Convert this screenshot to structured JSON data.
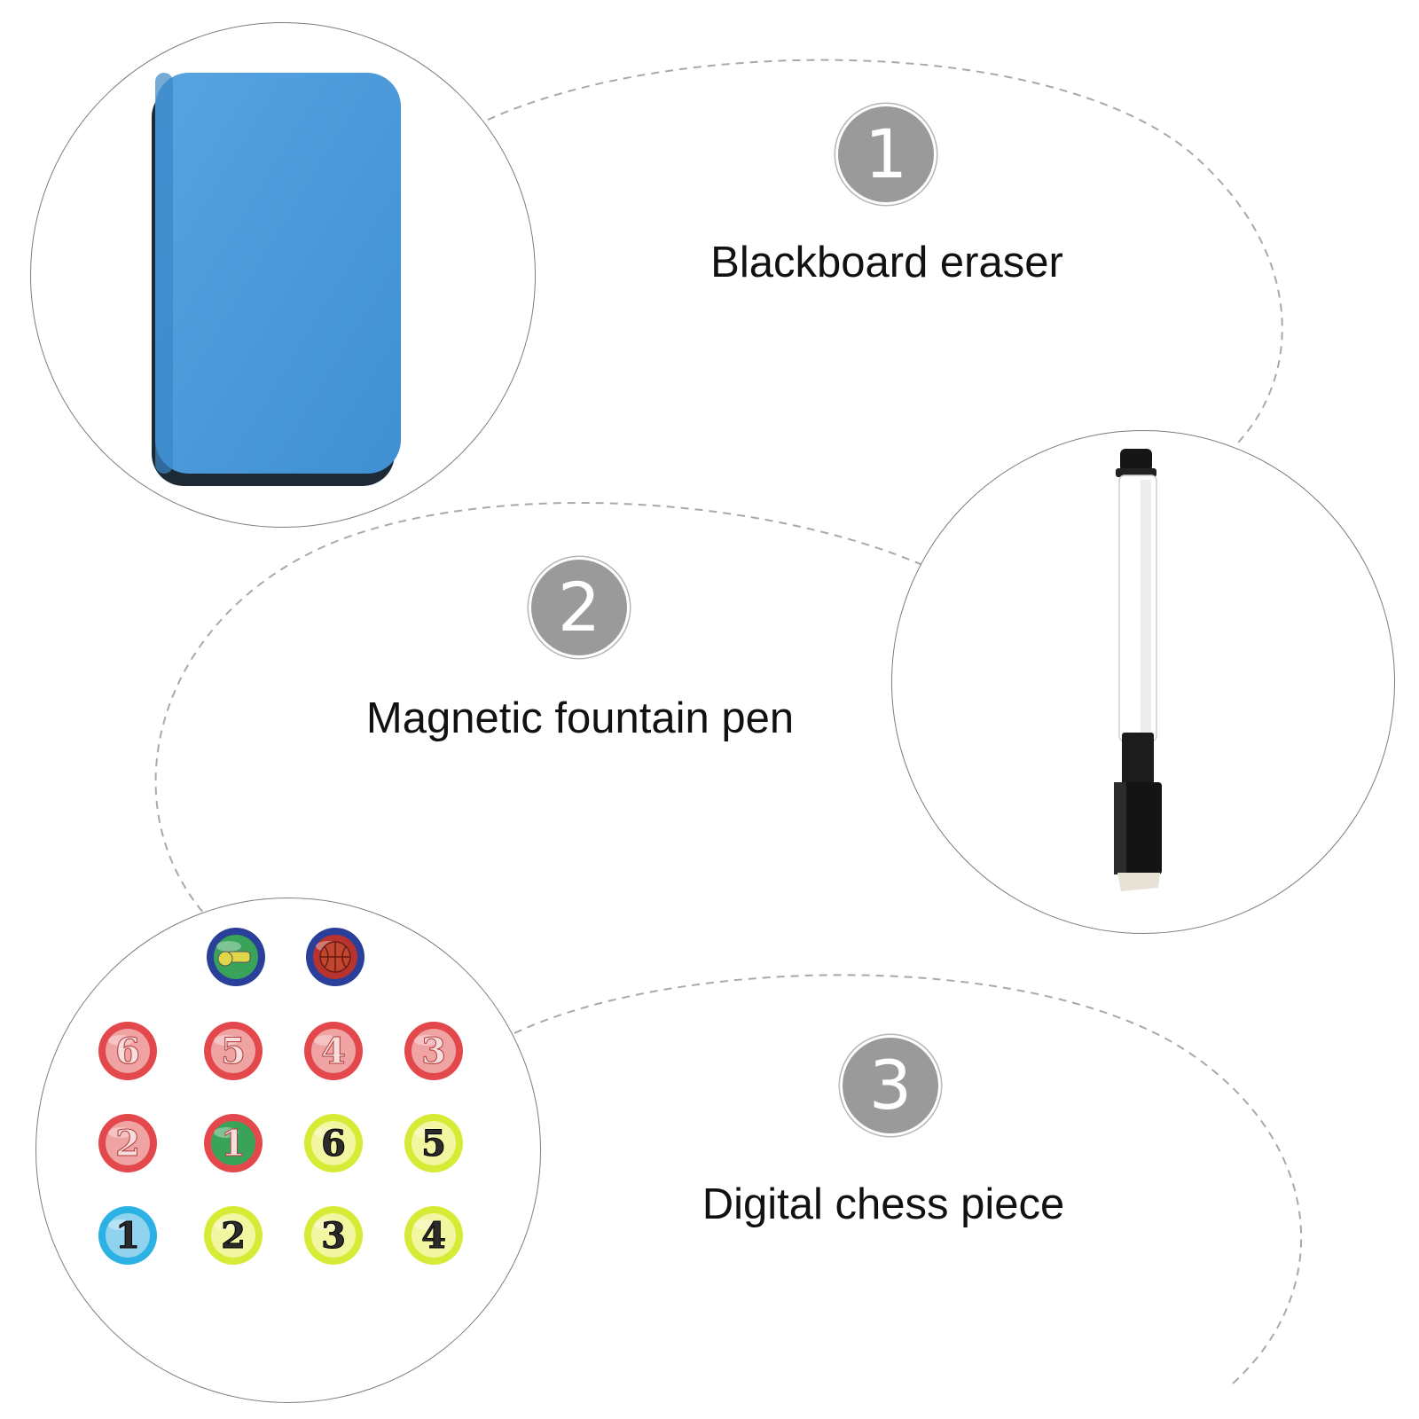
{
  "steps": [
    {
      "number": "1",
      "label": "Blackboard eraser"
    },
    {
      "number": "2",
      "label": "Magnetic fountain pen"
    },
    {
      "number": "3",
      "label": "Digital chess piece"
    }
  ],
  "colors": {
    "badge": "#9a9a9a",
    "eraser_sponge": "#4f9bd9",
    "pen_body": "#ffffff",
    "pen_cap": "#1a1a1a",
    "magnet_red": "#e3494c",
    "magnet_yellow": "#d6eb35",
    "magnet_blue": "#2bb1e3",
    "magnet_green": "#3aa35a"
  },
  "magnets": [
    {
      "row": 1,
      "text": "",
      "icon": "whistle-icon",
      "ring": "blue",
      "face": "green"
    },
    {
      "row": 1,
      "text": "",
      "icon": "basketball-icon",
      "ring": "blue",
      "face": "red"
    },
    {
      "row": 2,
      "text": "6",
      "ring": "red"
    },
    {
      "row": 2,
      "text": "5",
      "ring": "red"
    },
    {
      "row": 2,
      "text": "4",
      "ring": "red"
    },
    {
      "row": 2,
      "text": "3",
      "ring": "red"
    },
    {
      "row": 3,
      "text": "2",
      "ring": "red"
    },
    {
      "row": 3,
      "text": "1",
      "ring": "red",
      "face": "green"
    },
    {
      "row": 3,
      "text": "6",
      "ring": "yellow"
    },
    {
      "row": 3,
      "text": "5",
      "ring": "yellow"
    },
    {
      "row": 4,
      "text": "1",
      "ring": "blue"
    },
    {
      "row": 4,
      "text": "2",
      "ring": "yellow"
    },
    {
      "row": 4,
      "text": "3",
      "ring": "yellow"
    },
    {
      "row": 4,
      "text": "4",
      "ring": "yellow"
    }
  ]
}
